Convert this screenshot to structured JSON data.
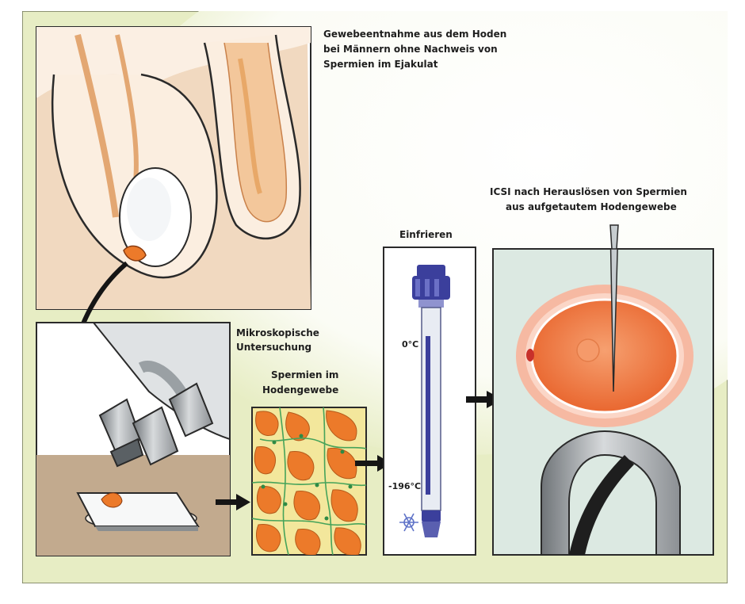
{
  "labels": {
    "biopsy": [
      "Gewebeentnahme aus dem Hoden",
      "bei Männern ohne Nachweis von",
      "Spermien im Ejakulat"
    ],
    "microscopy": [
      "Mikroskopische",
      "Untersuchung"
    ],
    "sperm_tissue": [
      "Spermien im",
      "Hodengewebe"
    ],
    "freezing": "Einfrieren",
    "icsi": [
      "ICSI nach Herauslösen von Spermien",
      "aus aufgetautem Hodengewebe"
    ]
  },
  "thermometer": {
    "high": "0°C",
    "low": "-196°C"
  },
  "icons": [
    "snowflake-icon",
    "arrow-right-icon"
  ],
  "colors": {
    "background": "#e7edc4",
    "tissue_orange": "#ec7a2a",
    "skin": "#f1d9c0",
    "thermometer_blue": "#3b3f9c",
    "egg_orange": "#ee7440",
    "slide_teal": "#dce9e2"
  }
}
